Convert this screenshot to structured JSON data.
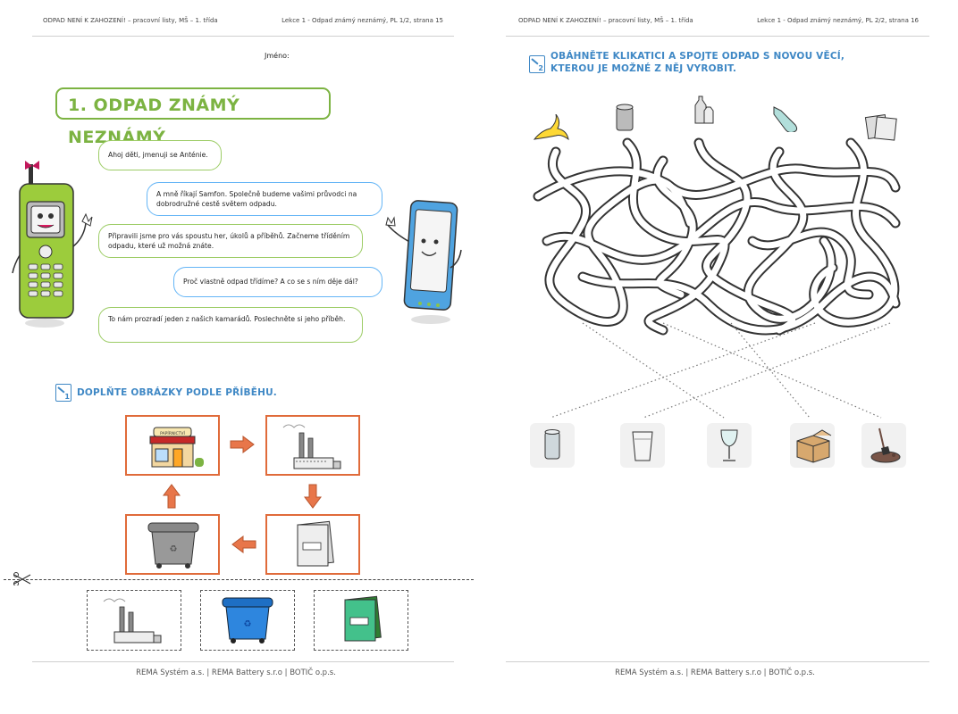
{
  "left": {
    "header_left": "ODPAD NENÍ K ZAHOZENÍ! – pracovní listy, MŠ – 1. třída",
    "header_right": "Lekce 1 - Odpad známý neznámý, PL 1/2, strana 15",
    "name_label": "Jméno:",
    "title": "1. ODPAD ZNÁMÝ NEZNÁMÝ",
    "bubbles": [
      "Ahoj děti, jmenuji se Anténie.",
      "A mně říkají Samfon. Společně budeme vašimi průvodci na dobrodružné cestě světem odpadu.",
      "Připravili jsme pro vás spoustu her, úkolů a příběhů. Začneme tříděním odpadu, které už možná znáte.",
      "Proč vlastně odpad třídíme? A co se s ním děje dál?",
      "To nám prozradí jeden z našich kamarádů. Poslechněte si jeho příběh."
    ],
    "task1_number": "1",
    "task1_text": "DOPLŇTE OBRÁZKY PODLE PŘÍBĚHU.",
    "shop_sign": "PAPÍRNICTVÍ",
    "footer": "REMA Systém a.s. | REMA Battery s.r.o | BOTIČ o.p.s."
  },
  "right": {
    "header_left": "ODPAD NENÍ K ZAHOZENÍ! – pracovní listy, MŠ – 1. třída",
    "header_right": "Lekce 1 - Odpad známý neznámý, PL 2/2, strana 16",
    "task2_number": "2",
    "task2_text_line1": "OBÁHNĚTE KLIKATICI A SPOJTE ODPAD S NOVOU VĚCÍ,",
    "task2_text_line2": "KTEROU JE MOŽNÉ Z NĚJ VYROBIT.",
    "footer": "REMA Systém a.s. | REMA Battery s.r.o | BOTIČ o.p.s."
  },
  "colors": {
    "green": "#7cb342",
    "blue": "#3f88c5",
    "orange": "#e06b3a"
  }
}
